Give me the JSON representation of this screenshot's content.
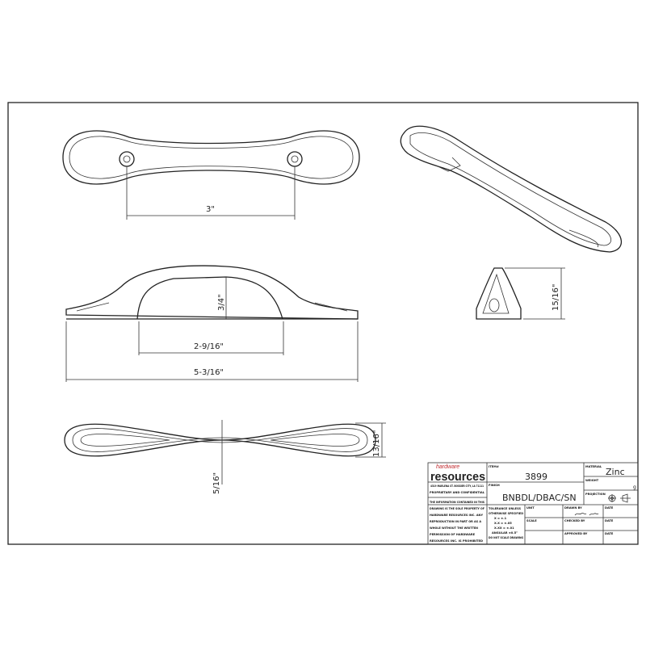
{
  "dimensions": {
    "hole_spacing": "3\"",
    "height": "3/4\"",
    "inner_length": "2-9/16\"",
    "overall_length": "5-3/16\"",
    "projection": "15/16\"",
    "width": "13/16\"",
    "thickness": "5/16\""
  },
  "title_block": {
    "logo": "hardware resources",
    "address": "4319 MARLENA ST. BOSSIER CITY, LA 71111",
    "confidential_heading": "PROPRIETARY AND CONFIDENTIAL",
    "confidential_text": [
      "THE INFORMATION CONTAINED IN THIS",
      "DRAWING IS THE SOLE PROPERTY OF",
      "HARDWARE RESOURCES INC. ANY",
      "REPRODUCTION IN PART OR AS A",
      "WHOLE WITHOUT THE WRITTEN",
      "PERMISSION OF HARDWARE",
      "RESOURCES INC. IS PROHIBITED"
    ],
    "item_label": "ITEM#",
    "item": "3899",
    "finish_label": "FINISH",
    "finish": "BNBDL/DBAC/SN",
    "material_label": "MATERIAL",
    "material": "Zinc",
    "weight_label": "WEIGHT",
    "weight": "g",
    "projection_label": "PROJECTION",
    "tolerance": [
      "TOLERANCE UNLESS",
      "OTHERWISE SPECIFIED",
      "X = ±.1",
      "X.X = ±.05",
      "X.XX = ±.01",
      "ANGULAR ±0.5°",
      "DO NOT SCALE DRAWING"
    ],
    "unit_label": "UNIT",
    "scale_label": "SCALE",
    "drawn_by_label": "DRAWN BY",
    "checked_by_label": "CHECKED BY",
    "approved_by_label": "APPROVED BY",
    "date_label": "DATE"
  },
  "colors": {
    "logo_red": "#c0282d",
    "line": "#222222"
  }
}
